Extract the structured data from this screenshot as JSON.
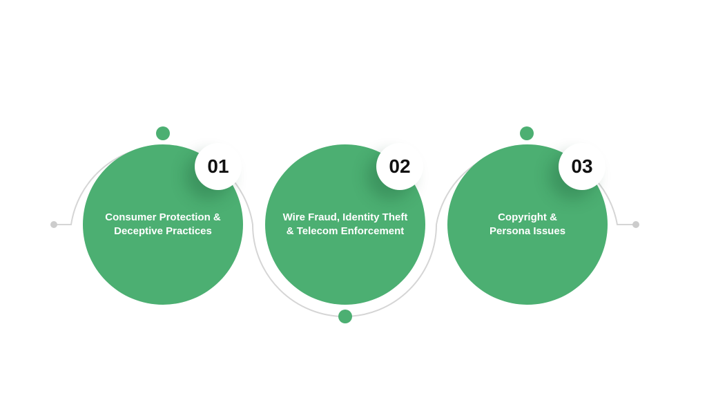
{
  "colors": {
    "circle_fill": "#4caf72",
    "connector_line": "#d5d5d5",
    "accent_dot": "#4caf72",
    "end_dot": "#cccccc"
  },
  "steps": [
    {
      "number": "01",
      "label": "Consumer Protection &\nDeceptive Practices"
    },
    {
      "number": "02",
      "label": "Wire Fraud, Identity Theft\n& Telecom Enforcement"
    },
    {
      "number": "03",
      "label": "Copyright &\nPersona Issues"
    }
  ]
}
